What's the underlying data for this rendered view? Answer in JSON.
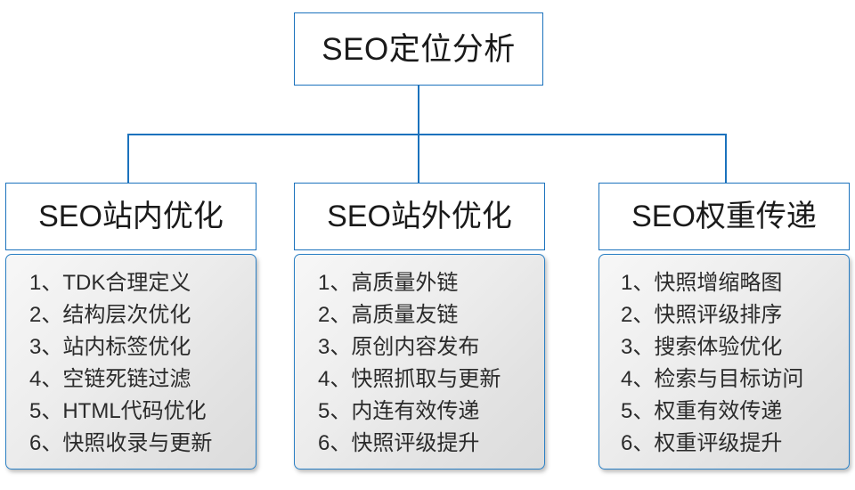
{
  "diagram": {
    "root": {
      "label": "SEO定位分析"
    },
    "branches": [
      {
        "header": "SEO站内优化",
        "items": [
          "1、TDK合理定义",
          "2、结构层次优化",
          "3、站内标签优化",
          "4、空链死链过滤",
          "5、HTML代码优化",
          "6、快照收录与更新"
        ]
      },
      {
        "header": "SEO站外优化",
        "items": [
          "1、高质量外链",
          "2、高质量友链",
          "3、原创内容发布",
          "4、快照抓取与更新",
          "5、内连有效传递",
          "6、快照评级提升"
        ]
      },
      {
        "header": "SEO权重传递",
        "items": [
          "1、快照增缩略图",
          "2、快照评级排序",
          "3、搜索体验优化",
          "4、检索与目标访问",
          "5、权重有效传递",
          "6、权重评级提升"
        ]
      }
    ],
    "colors": {
      "border": "#1b72bd",
      "connector": "#1b72bd",
      "root_fill": "#ffffff",
      "header_fill": "#ffffff",
      "list_fill_start": "#f7f7f7",
      "list_fill_end": "#dcdcdc",
      "text": "#1a1a1a",
      "background": "#ffffff"
    }
  }
}
